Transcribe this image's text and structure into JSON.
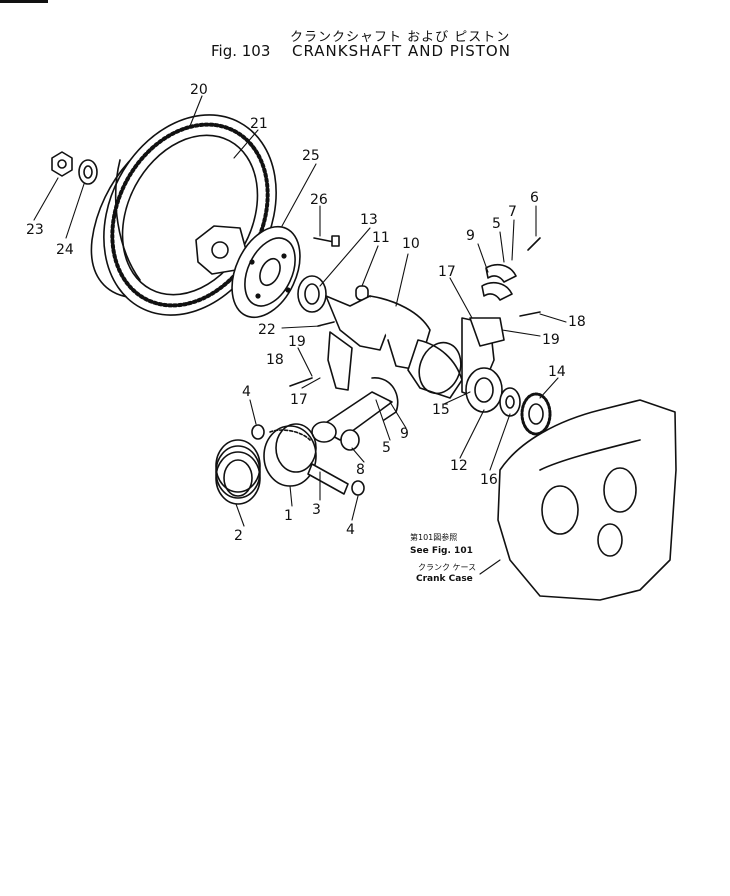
{
  "title": {
    "japanese": "クランクシャフト および ピストン",
    "fig": "Fig. 103",
    "english": "CRANKSHAFT AND PISTON"
  },
  "parts": [
    {
      "id": "n1",
      "label": "1"
    },
    {
      "id": "n2",
      "label": "2"
    },
    {
      "id": "n3",
      "label": "3"
    },
    {
      "id": "n4a",
      "label": "4"
    },
    {
      "id": "n4b",
      "label": "4"
    },
    {
      "id": "n5a",
      "label": "5"
    },
    {
      "id": "n5b",
      "label": "5"
    },
    {
      "id": "n6",
      "label": "6"
    },
    {
      "id": "n7",
      "label": "7"
    },
    {
      "id": "n8",
      "label": "8"
    },
    {
      "id": "n9a",
      "label": "9"
    },
    {
      "id": "n9b",
      "label": "9"
    },
    {
      "id": "n10",
      "label": "10"
    },
    {
      "id": "n11",
      "label": "11"
    },
    {
      "id": "n12",
      "label": "12"
    },
    {
      "id": "n13",
      "label": "13"
    },
    {
      "id": "n14",
      "label": "14"
    },
    {
      "id": "n15",
      "label": "15"
    },
    {
      "id": "n16",
      "label": "16"
    },
    {
      "id": "n17a",
      "label": "17"
    },
    {
      "id": "n17b",
      "label": "17"
    },
    {
      "id": "n18a",
      "label": "18"
    },
    {
      "id": "n18b",
      "label": "18"
    },
    {
      "id": "n19a",
      "label": "19"
    },
    {
      "id": "n19b",
      "label": "19"
    },
    {
      "id": "n20",
      "label": "20"
    },
    {
      "id": "n21",
      "label": "21"
    },
    {
      "id": "n22",
      "label": "22"
    },
    {
      "id": "n23",
      "label": "23"
    },
    {
      "id": "n24",
      "label": "24"
    },
    {
      "id": "n25",
      "label": "25"
    },
    {
      "id": "n26",
      "label": "26"
    }
  ],
  "reference": {
    "jp_ref": "第101図参照",
    "en_ref": "See Fig. 101",
    "jp_case": "クランク ケース",
    "en_case": "Crank Case"
  },
  "colors": {
    "ink": "#111111",
    "paper": "#ffffff"
  }
}
